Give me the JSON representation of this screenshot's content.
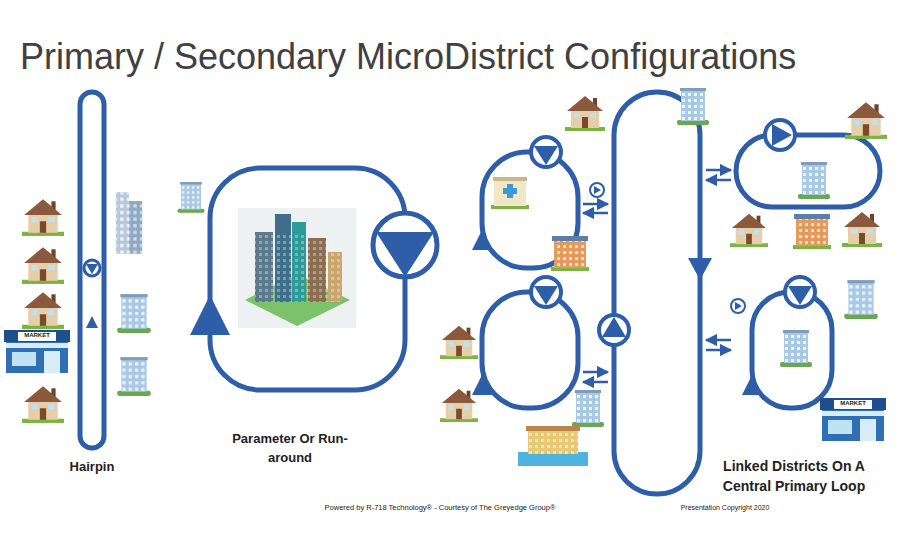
{
  "diagram": {
    "title": "Primary / Secondary MicroDistrict Configurations",
    "labels": [
      "Hairpin",
      "Parameter Or Run-around",
      "Linked Districts On A Central Primary Loop",
      "Powered by R-718 Technology® - Courtesy of The Greyedge Group®",
      "Presentation Copyright 2020",
      "MARKET",
      "MARKET"
    ]
  }
}
